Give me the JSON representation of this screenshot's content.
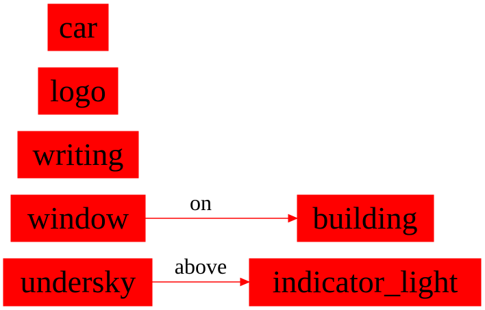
{
  "colors": {
    "node_fill": "#ff0000",
    "edge": "#ff0000",
    "text": "#000000"
  },
  "nodes": [
    {
      "id": "car",
      "label": "car"
    },
    {
      "id": "logo",
      "label": "logo"
    },
    {
      "id": "writing",
      "label": "writing"
    },
    {
      "id": "window",
      "label": "window"
    },
    {
      "id": "building",
      "label": "building"
    },
    {
      "id": "undersky",
      "label": "undersky"
    },
    {
      "id": "indicator_light",
      "label": "indicator_light"
    }
  ],
  "edges": [
    {
      "from": "window",
      "to": "building",
      "label": "on"
    },
    {
      "from": "undersky",
      "to": "indicator_light",
      "label": "above"
    }
  ]
}
